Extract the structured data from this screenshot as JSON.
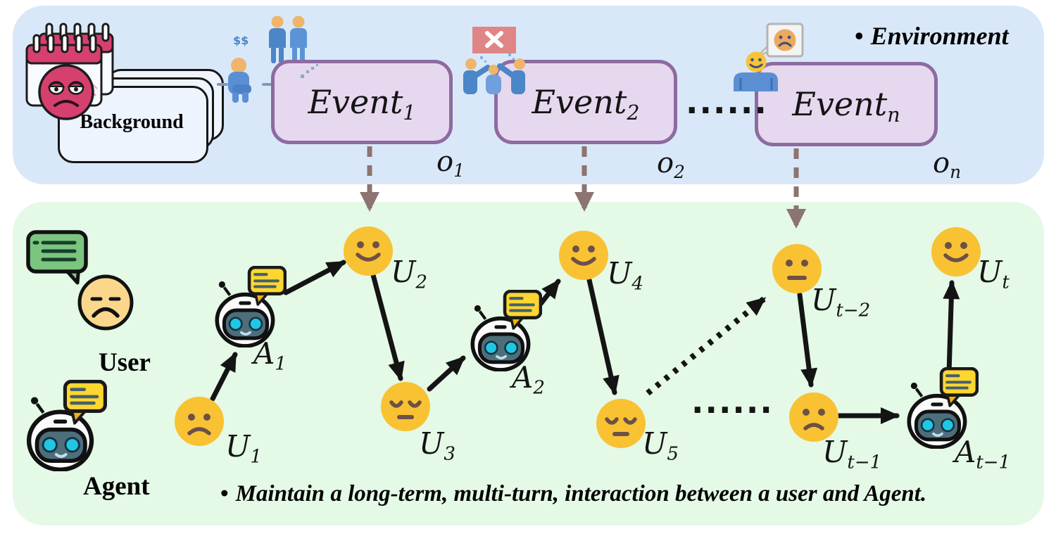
{
  "figure": {
    "environment_section": {
      "bullet": "•",
      "title": "Environment",
      "background_label": "Background",
      "money_symbol": "$$",
      "events": [
        {
          "base": "Event",
          "sub": "1",
          "obs_base": "o",
          "obs_sub": "1"
        },
        {
          "base": "Event",
          "sub": "2",
          "obs_base": "o",
          "obs_sub": "2"
        },
        {
          "base": "Event",
          "sub": "n",
          "obs_base": "o",
          "obs_sub": "n"
        }
      ],
      "ellipsis": "......"
    },
    "interaction_section": {
      "bullet": "•",
      "caption": "Maintain a long-term, multi-turn, interaction between a user and Agent.",
      "ellipsis": "......",
      "legend": {
        "user_label": "User",
        "agent_label": "Agent"
      },
      "nodes": [
        {
          "base": "U",
          "sub": "1",
          "type": "user",
          "mood": "sad"
        },
        {
          "base": "A",
          "sub": "1",
          "type": "agent"
        },
        {
          "base": "U",
          "sub": "2",
          "type": "user",
          "mood": "happy"
        },
        {
          "base": "U",
          "sub": "3",
          "type": "user",
          "mood": "relieved"
        },
        {
          "base": "A",
          "sub": "2",
          "type": "agent"
        },
        {
          "base": "U",
          "sub": "4",
          "type": "user",
          "mood": "happy"
        },
        {
          "base": "U",
          "sub": "5",
          "type": "user",
          "mood": "relieved"
        },
        {
          "base": "U",
          "sub": "t−2",
          "type": "user",
          "mood": "neutral"
        },
        {
          "base": "U",
          "sub": "t−1",
          "type": "user",
          "mood": "worried"
        },
        {
          "base": "A",
          "sub": "t−1",
          "type": "agent"
        },
        {
          "base": "U",
          "sub": "t",
          "type": "user",
          "mood": "happy"
        }
      ]
    },
    "icons": {
      "cross_mark": "✕",
      "agent_speech_bubble": "yellow-speech-bubble",
      "user_speech_bubble": "green-speech-bubble",
      "background_calendar": "calendar-with-annoyed-face"
    }
  },
  "colors": {
    "env_panel": "#d9e8f8",
    "dialog_panel": "#e4f9e6",
    "event_fill": "#e6d8ee",
    "event_border": "#8d6ba1",
    "ink": "#141414",
    "face_yellow": "#f9c233",
    "face_feature": "#6d5047",
    "legend_face": "#fbd78c",
    "speech_green": "#7cc580",
    "speech_yellow": "#fdd630",
    "robot_visor": "#4e6e7c",
    "robot_eye": "#20c6e6",
    "arrow_dashed": "#8c7470",
    "reject_red": "#e08586",
    "person_blue": "#4a86c8",
    "skin": "#f0b46a",
    "calendar_red": "#d6406e",
    "card_fill": "#eef4fd",
    "bench_blue": "#7f9ac0"
  }
}
